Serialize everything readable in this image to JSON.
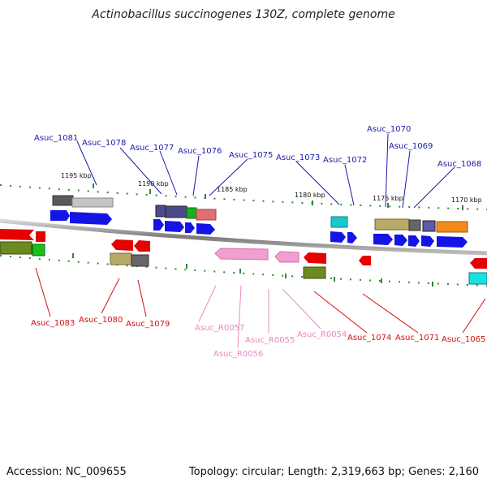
{
  "title": "Actinobacillus succinogenes 130Z, complete genome",
  "footer": {
    "accession": "Accession: NC_009655",
    "summary": "Topology: circular; Length: 2,319,663 bp; Genes: 2,160"
  },
  "colors": {
    "blue": "#1414e6",
    "red": "#e60000",
    "pink": "#f0a0d0",
    "backbone": "#888888",
    "tick": "#2d8a2d",
    "label_forward": "#1a1aa8",
    "label_reverse": "#d01010",
    "label_rna": "#e888c0"
  },
  "ticks": [
    "1195 kbp",
    "1190 kbp",
    "1185 kbp",
    "1180 kbp",
    "1175 kbp",
    "1170 kbp"
  ],
  "labels_forward": [
    "Asuc_1081",
    "Asuc_1078",
    "Asuc_1077",
    "Asuc_1076",
    "Asuc_1075",
    "Asuc_1073",
    "Asuc_1072",
    "Asuc_1070",
    "Asuc_1069",
    "Asuc_1068"
  ],
  "labels_reverse": [
    "Asuc_1083",
    "Asuc_1080",
    "Asuc_1079",
    "Asuc_R0057",
    "Asuc_R0056",
    "Asuc_R0055",
    "Asuc_R0054",
    "Asuc_1074",
    "Asuc_1071",
    "Asuc_1065"
  ]
}
